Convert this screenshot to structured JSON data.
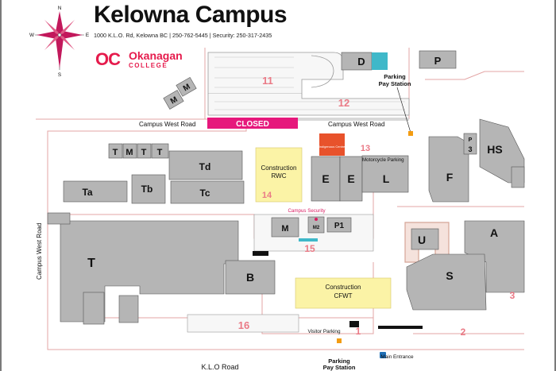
{
  "header": {
    "title": "Kelowna Campus",
    "address_line": "1000 K.L.O. Rd, Kelowna BC  |  250-762-5445  |  Security: 250-317-2435"
  },
  "logo": {
    "mark": "OC",
    "name": "Okanagan",
    "subname": "COLLEGE"
  },
  "compass": {
    "north": "N",
    "south": "S",
    "east": "E",
    "west": "W"
  },
  "buildings": {
    "D": "D",
    "P": "P",
    "M_left": "M",
    "M_right": "M",
    "T_top1": "T",
    "M_top": "M",
    "T_top2": "T",
    "T_top3": "T",
    "Td": "Td",
    "Ta": "Ta",
    "Tb": "Tb",
    "Tc": "Tc",
    "E_left": "E",
    "E_right": "E",
    "L": "L",
    "F": "F",
    "P3_p": "P",
    "P3_3": "3",
    "HS": "HS",
    "M_center": "M",
    "M2": "M2",
    "P1": "P1",
    "U": "U",
    "A": "A",
    "S": "S",
    "T_main": "T",
    "B": "B"
  },
  "lots": [
    "11",
    "12",
    "13",
    "14",
    "15",
    "16",
    "1",
    "2",
    "3"
  ],
  "labels": {
    "closed": "CLOSED",
    "campus_west_road_left": "Campus West Road",
    "campus_west_road_right": "Campus West Road",
    "campus_west_road_vertical": "Campus West Road",
    "motorcycle_parking": "Motorcycle Parking",
    "campus_security": "Campus Security",
    "construction_rwc_line1": "Construction",
    "construction_rwc_line2": "RWC",
    "construction_cfwt_line1": "Construction",
    "construction_cfwt_line2": "CFWT",
    "parking_pay_station_top_1": "Parking",
    "parking_pay_station_top_2": "Pay Station",
    "parking_pay_station_bottom_1": "Parking",
    "parking_pay_station_bottom_2": "Pay Station",
    "visitor_parking": "Visitor Parking",
    "main_entrance": "Main Entrance",
    "klo_road": "K.L.O Road",
    "indigenous_centre": "Indigenous Centre"
  },
  "colors": {
    "building": "#b5b5b5",
    "closed_bar": "#e6187c",
    "construction": "#fbf3a6",
    "lot_number": "#ea7a86",
    "accent_logo": "#e51b4c",
    "indigenous_centre": "#e8522b",
    "bike_rack": "#3fb8c9"
  }
}
